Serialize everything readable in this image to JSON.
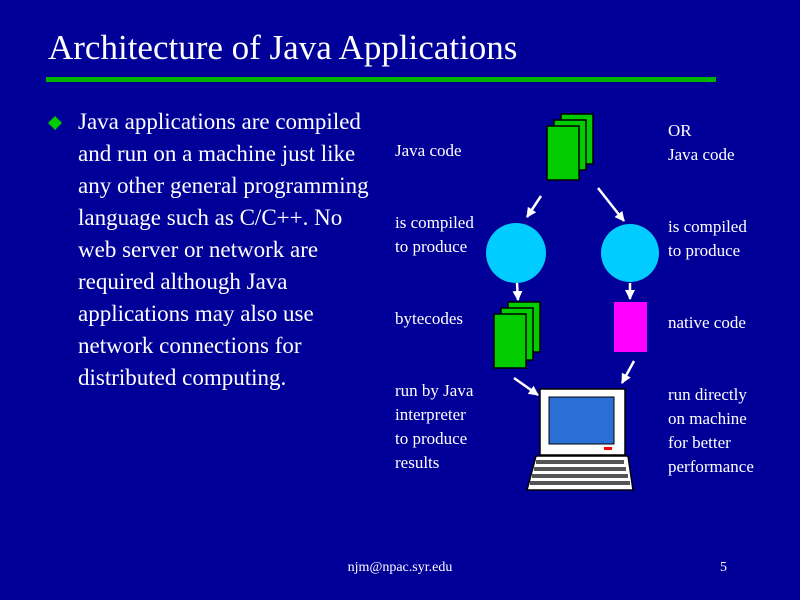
{
  "title": "Architecture of Java Applications",
  "bullet": "Java applications are compiled and run on a machine just like any other general programming language such as C/C++.  No web server or network are required although Java applications may also use network connections for distributed computing.",
  "left_column": {
    "java_code": "Java code",
    "compiled": "is compiled\nto produce",
    "bytecodes": "bytecodes",
    "run_by": "run by Java\ninterpreter\nto produce\nresults"
  },
  "right_column": {
    "or_java_code": "OR\nJava code",
    "compiled": "is compiled\nto produce",
    "native_code": "native code",
    "run_directly": "run directly\non machine\nfor better\nperformance"
  },
  "footer": {
    "email": "njm@npac.syr.edu",
    "page": "5"
  },
  "colors": {
    "background": "#000099",
    "title_rule": "#00b400",
    "bullet": "#00cc00",
    "code_pages": "#00cc00",
    "compiler": "#00ccff",
    "native_code": "#ff00ff",
    "arrow": "#ffffff"
  },
  "icons": {
    "bullet": "diamond-bullet-icon",
    "java_code": "stacked-pages-icon",
    "compiler": "circle-icon",
    "native_code": "native-code-block-icon",
    "computer": "computer-icon"
  }
}
